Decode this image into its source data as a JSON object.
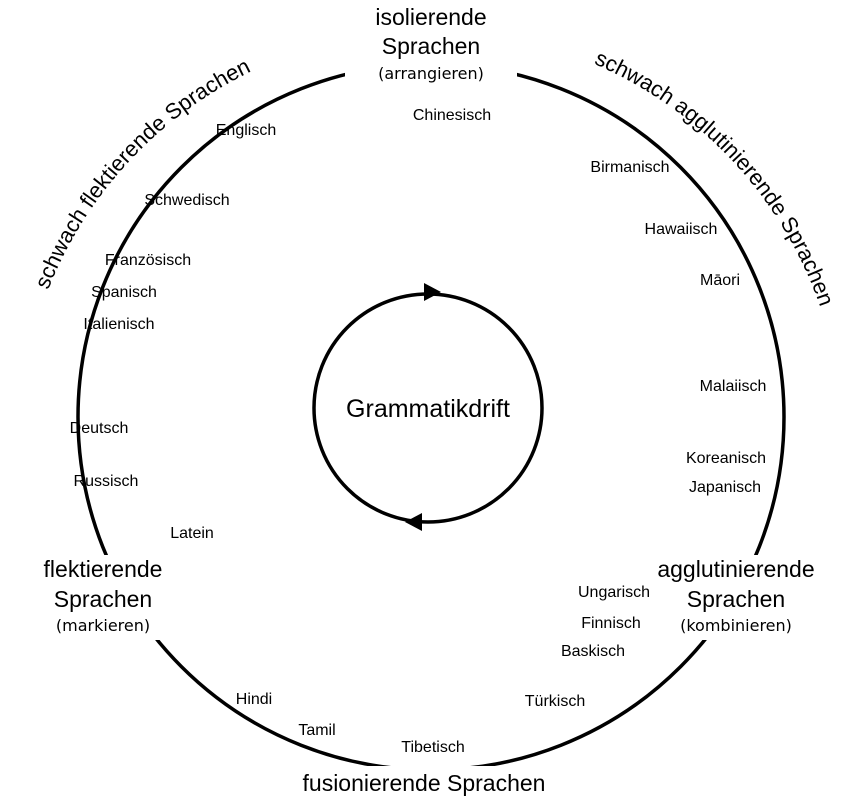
{
  "diagram": {
    "center_label": "Grammatikdrift",
    "nodes": {
      "top": {
        "line1": "isolierende",
        "line2": "Sprachen",
        "verb": "(arrangieren)"
      },
      "left": {
        "line1": "flektierende",
        "line2": "Sprachen",
        "verb": "(markieren)"
      },
      "right": {
        "line1": "agglutinierende",
        "line2": "Sprachen",
        "verb": "(kombinieren)"
      },
      "bottom": {
        "line1": "fusionierende Sprachen"
      }
    },
    "arc_labels": {
      "upper_left": "schwach flektierende Sprachen",
      "upper_right": "schwach agglutinierende Sprachen"
    },
    "languages": {
      "chinesisch": "Chinesisch",
      "englisch": "Englisch",
      "schwedisch": "Schwedisch",
      "franzoesisch": "Französisch",
      "spanisch": "Spanisch",
      "italienisch": "Italienisch",
      "deutsch": "Deutsch",
      "russisch": "Russisch",
      "latein": "Latein",
      "birmanisch": "Birmanisch",
      "hawaiisch": "Hawaiisch",
      "maori": "Māori",
      "malaiisch": "Malaiisch",
      "koreanisch": "Koreanisch",
      "japanisch": "Japanisch",
      "ungarisch": "Ungarisch",
      "finnisch": "Finnisch",
      "baskisch": "Baskisch",
      "tuerkisch": "Türkisch",
      "tibetisch": "Tibetisch",
      "tamil": "Tamil",
      "hindi": "Hindi"
    }
  }
}
